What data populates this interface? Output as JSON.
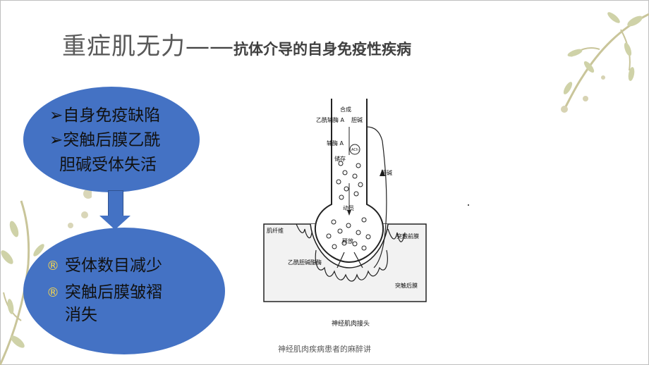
{
  "slide": {
    "title_main": "重症肌无力",
    "title_dash": "——",
    "title_sub": "抗体介导的自身免疫性疾病",
    "bubble1": {
      "line1": "➢自身免疫缺陷",
      "line2": "➢突触后膜乙酰",
      "line3": "胆碱受体失活"
    },
    "bubble2": {
      "bullet": "®",
      "line1": "受体数目减少",
      "line2": "突触后膜皱褶",
      "line3": "消失"
    },
    "diagram": {
      "synth": "合成",
      "ach_enzyme": "乙酰辅酶 A",
      "choline_top": "胆碱",
      "coenzyme": "辅酶 A",
      "ach_circle": "ACh",
      "storage": "储存",
      "choline_side": "胆碱",
      "mobilize": "动员",
      "fiber": "肌纤维",
      "release": "释放",
      "presyn": "突触前膜",
      "esterase": "乙酰胆碱酯酶",
      "postsyn": "突触后膜",
      "caption": "神经肌肉接头"
    },
    "footer": "神经肌肉疾病患者的麻醉讲",
    "colors": {
      "bubble": "#4472c4",
      "title": "#595959",
      "decor": "#c9c59a"
    }
  }
}
